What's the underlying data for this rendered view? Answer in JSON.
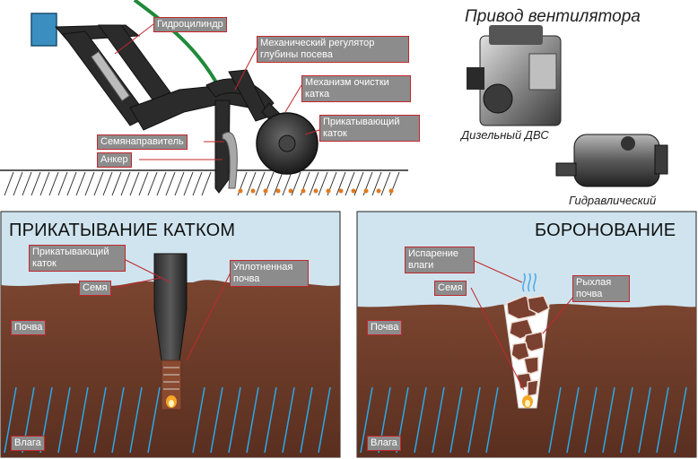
{
  "top": {
    "labels": {
      "hydrocylinder": "Гидроцилиндр",
      "depth_regulator_1": "Механический регулятор",
      "depth_regulator_2": "глубины посева",
      "roller_cleaner_1": "Механизм очистки",
      "roller_cleaner_2": "катка",
      "press_roller_1": "Прикатывающий",
      "press_roller_2": "каток",
      "seed_guide": "Семянаправитель",
      "anchor": "Анкер"
    },
    "fan_drive": {
      "title": "Привод вентилятора",
      "diesel": "Дизельный ДВС",
      "hydraulic": "Гидравлический"
    }
  },
  "left_panel": {
    "title": "ПРИКАТЫВАНИЕ КАТКОМ",
    "labels": {
      "press_roller_1": "Прикатывающий",
      "press_roller_2": "каток",
      "seed": "Семя",
      "compacted_1": "Уплотненная",
      "compacted_2": "почва",
      "soil": "Почва",
      "moisture": "Влага"
    }
  },
  "right_panel": {
    "title": "БОРОНОВАНИЕ",
    "labels": {
      "evaporation_1": "Испарение",
      "evaporation_2": "влаги",
      "seed": "Семя",
      "loose_1": "Рыхлая",
      "loose_2": "почва",
      "soil": "Почва",
      "moisture": "Влага"
    }
  },
  "colors": {
    "sky": "#cfe4ee",
    "soil": "#6e3c2a",
    "moisture_line": "#2aa8e8",
    "label_bg": "#8c8c8c",
    "label_border": "#c0282e",
    "leader": "#c0282e",
    "hose": "#1f8a3a",
    "cylinder_block": "#3a8fc0"
  }
}
